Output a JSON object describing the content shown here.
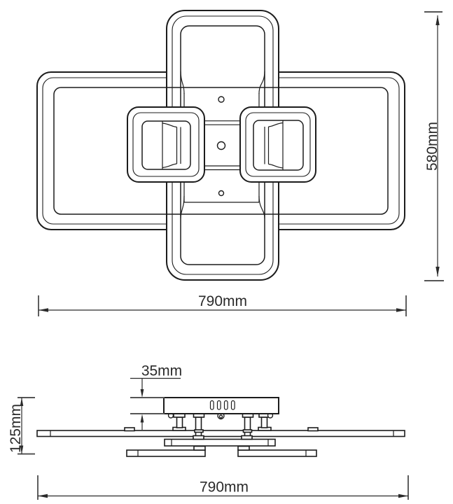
{
  "views": {
    "top": {
      "width_dim": "790mm",
      "height_dim": "580mm"
    },
    "side": {
      "canopy_dim": "35mm",
      "height_dim": "125mm",
      "width_dim": "790mm"
    }
  },
  "colors": {
    "line": "#1c1c1c",
    "dim": "#2a2a2a",
    "tick": "#555555",
    "bg": "#ffffff"
  }
}
